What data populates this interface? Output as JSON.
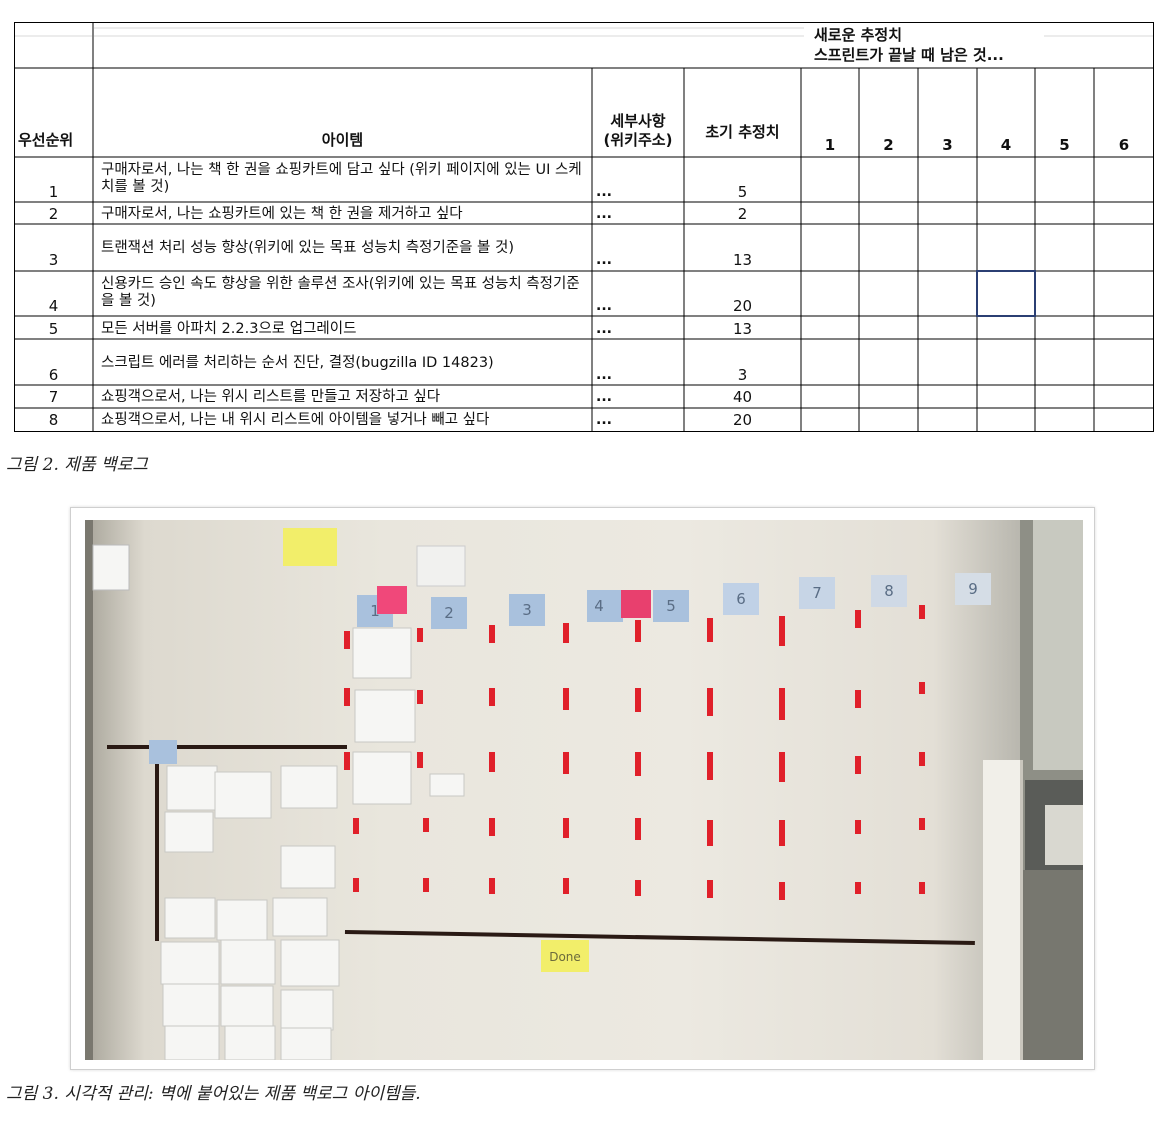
{
  "table": {
    "header": {
      "new_estimate_line1": "새로운 추정치",
      "new_estimate_line2": "스프린트가 끝날 때 남은 것...",
      "priority": "우선순위",
      "item": "아이템",
      "details_line1": "세부사항",
      "details_line2": "(위키주소)",
      "initial_estimate": "초기 추정치",
      "sprints": [
        "1",
        "2",
        "3",
        "4",
        "5",
        "6"
      ]
    },
    "rows": [
      {
        "priority": "1",
        "item": "구매자로서, 나는 책 한 권을 쇼핑카트에 담고 싶다 (위키 페이지에 있는 UI 스케치를 볼 것)",
        "details": "...",
        "estimate": "5"
      },
      {
        "priority": "2",
        "item": "구매자로서, 나는 쇼핑카트에 있는 책 한 권을 제거하고 싶다",
        "details": "...",
        "estimate": "2"
      },
      {
        "priority": "3",
        "item": "트랜잭션 처리 성능 향상(위키에 있는 목표 성능치 측정기준을 볼 것)",
        "details": "...",
        "estimate": "13"
      },
      {
        "priority": "4",
        "item": "신용카드 승인 속도 향상을 위한 솔루션 조사(위키에 있는 목표 성능치 측정기준을 볼 것)",
        "details": "...",
        "estimate": "20"
      },
      {
        "priority": "5",
        "item": "모든 서버를 아파치 2.2.3으로 업그레이드",
        "details": "...",
        "estimate": "13"
      },
      {
        "priority": "6",
        "item": "스크립트 에러를 처리하는 순서 진단, 결정(bugzilla ID 14823)",
        "details": "...",
        "estimate": "3"
      },
      {
        "priority": "7",
        "item": "쇼핑객으로서, 나는 위시 리스트를 만들고 저장하고 싶다",
        "details": "...",
        "estimate": "40"
      },
      {
        "priority": "8",
        "item": "쇼핑객으로서, 나는 내 위시 리스트에 아이템을 넣거나 빼고 싶다",
        "details": "...",
        "estimate": "20"
      }
    ]
  },
  "captions": {
    "figure2": "그림 2. 제품 백로그",
    "figure3": "그림 3. 시각적 관리: 벽에 붙어있는 제품 백로그 아이템들."
  },
  "photo": {
    "sprint_labels": [
      "1",
      "2",
      "3",
      "4",
      "5",
      "6",
      "7",
      "8",
      "9"
    ],
    "done_label": "Done",
    "colors": {
      "wall": "#ebe8e0",
      "tape_red": "#e0202a",
      "tape_black": "#2a1a14",
      "note_blue": "#a9c1dd",
      "note_pink": "#f0487a",
      "note_yellow": "#f2ee6a",
      "note_white": "#f6f6f4"
    }
  }
}
